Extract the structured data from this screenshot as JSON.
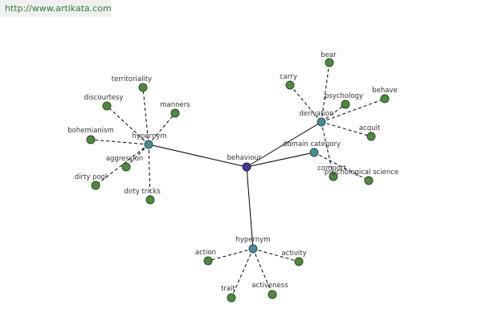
{
  "source_url": "http://www.artikata.com",
  "colors": {
    "center": "#3b3f8f",
    "relation": "#4a8a96",
    "leaf": "#4e8a3f"
  },
  "center": {
    "label": "behaviour"
  },
  "groups": [
    {
      "label": "hypernym",
      "leaves": [
        "territoriality",
        "discourtesy",
        "manners",
        "bohemianism",
        "aggression",
        "dirty pool",
        "dirty tricks"
      ]
    },
    {
      "label": "derivation",
      "leaves": [
        "carry",
        "bear",
        "psychology",
        "behave",
        "acquit",
        "comport"
      ]
    },
    {
      "label": "domain category",
      "leaves": [
        "psychological science"
      ]
    },
    {
      "label": "hypernym",
      "leaves": [
        "action",
        "activity",
        "trait",
        "activeness"
      ]
    }
  ]
}
